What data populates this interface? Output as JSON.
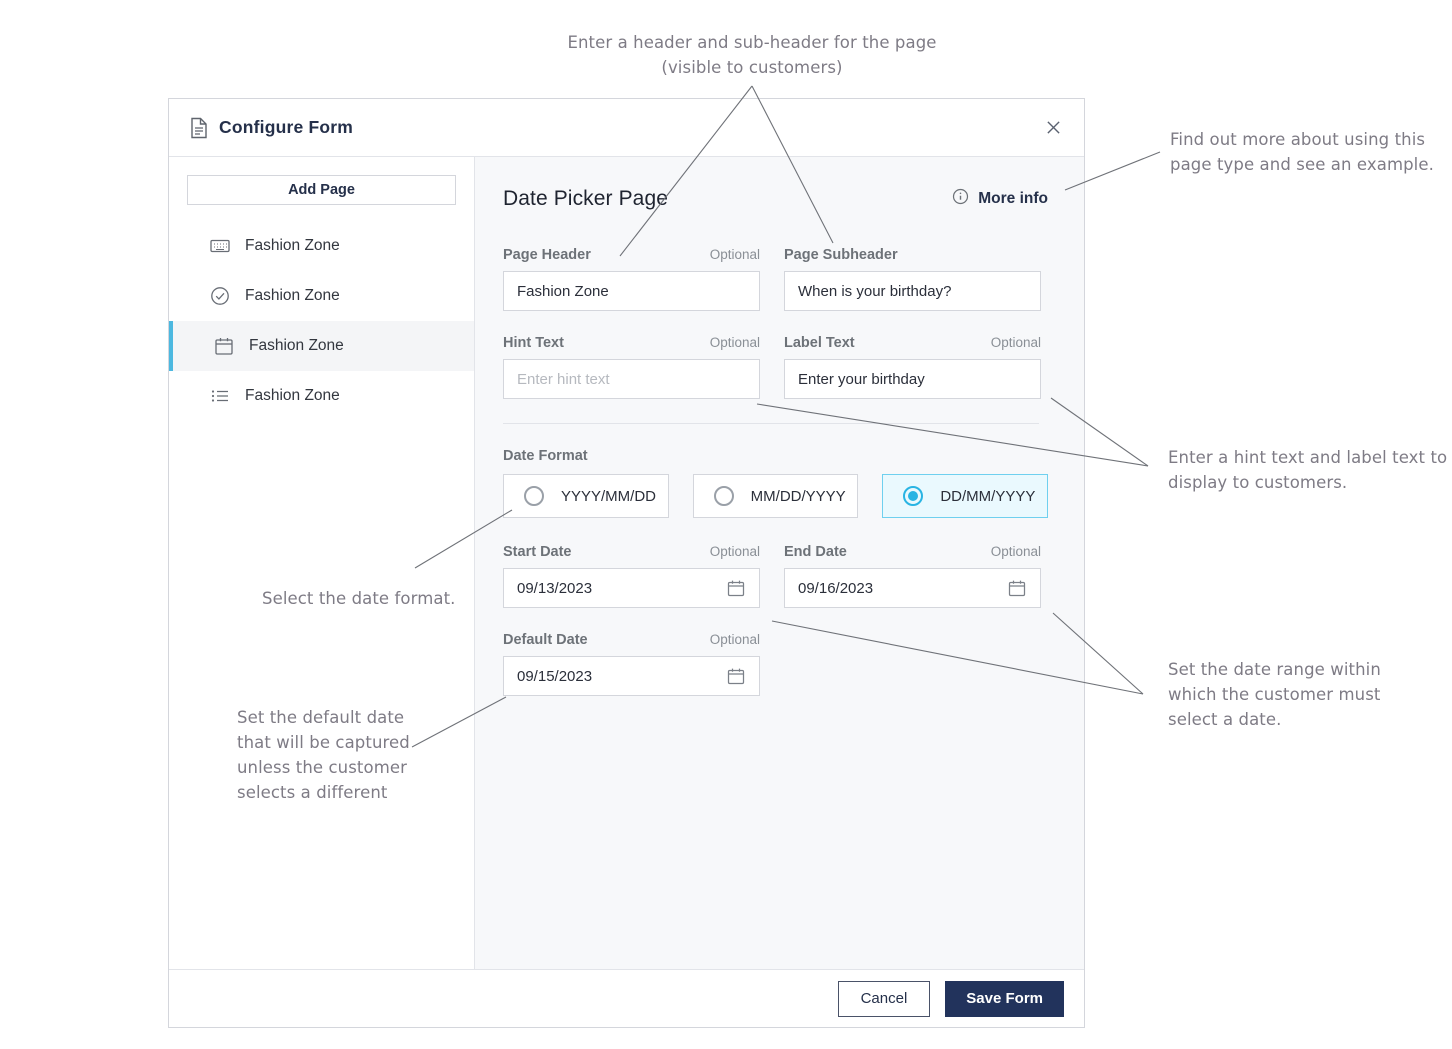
{
  "dialog": {
    "title": "Configure Form",
    "title_icon": "document-icon",
    "close_icon": "close-icon"
  },
  "sidebar": {
    "add_page_label": "Add Page",
    "items": [
      {
        "label": "Fashion Zone",
        "icon": "keyboard-input-icon",
        "selected": false
      },
      {
        "label": "Fashion Zone",
        "icon": "check-circle-icon",
        "selected": false
      },
      {
        "label": "Fashion Zone",
        "icon": "calendar-icon",
        "selected": true
      },
      {
        "label": "Fashion Zone",
        "icon": "list-icon",
        "selected": false
      }
    ]
  },
  "content": {
    "page_type_title": "Date Picker Page",
    "more_info": {
      "label": "More info",
      "icon": "info-circle-icon"
    },
    "optional_label": "Optional",
    "fields": {
      "page_header": {
        "label": "Page Header",
        "optional": "Optional",
        "value": "Fashion Zone"
      },
      "page_subheader": {
        "label": "Page Subheader",
        "optional": "",
        "value": "When is your birthday?"
      },
      "hint_text": {
        "label": "Hint Text",
        "optional": "Optional",
        "placeholder": "Enter hint text",
        "value": ""
      },
      "label_text": {
        "label": "Label Text",
        "optional": "Optional",
        "value": "Enter your birthday"
      },
      "start_date": {
        "label": "Start Date",
        "optional": "Optional",
        "value": "09/13/2023",
        "icon": "calendar-icon"
      },
      "end_date": {
        "label": "End Date",
        "optional": "Optional",
        "value": "09/16/2023",
        "icon": "calendar-icon"
      },
      "default_date": {
        "label": "Default Date",
        "optional": "Optional",
        "value": "09/15/2023",
        "icon": "calendar-icon"
      }
    },
    "date_format": {
      "label": "Date Format",
      "options": [
        {
          "label": "YYYY/MM/DD",
          "selected": false
        },
        {
          "label": "MM/DD/YYYY",
          "selected": false
        },
        {
          "label": "DD/MM/YYYY",
          "selected": true
        }
      ]
    }
  },
  "footer": {
    "cancel_label": "Cancel",
    "save_label": "Save Form"
  },
  "annotations": [
    {
      "id": "header-subheader",
      "text": "Enter a header and sub-header for the page\n(visible to customers)"
    },
    {
      "id": "more-info",
      "text": "Find out more about using this\npage type and see an example."
    },
    {
      "id": "hint-label",
      "text": "Enter a hint text and label text to\ndisplay to customers."
    },
    {
      "id": "date-range",
      "text": "Set the date range within\nwhich the customer must\nselect a date."
    },
    {
      "id": "date-format",
      "text": "Select the date format."
    },
    {
      "id": "default-date",
      "text": "Set the default date\nthat will be captured\nunless the customer\nselects a different"
    }
  ],
  "colors": {
    "accent_cyan": "#4cb8e0",
    "radio_selected": "#29b4e3",
    "primary_navy": "#22335c",
    "panel_bg": "#f7f8fa",
    "annotation_text": "#7e7b85"
  }
}
